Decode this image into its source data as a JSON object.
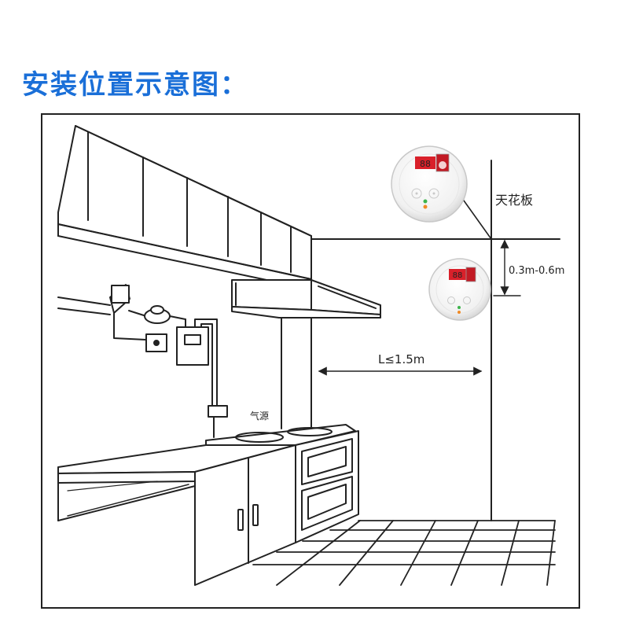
{
  "page": {
    "title": "安装位置示意图："
  },
  "diagram": {
    "ceiling_label": "天花板",
    "vertical_distance_label": "0.3m-0.6m",
    "horizontal_distance_label": "L≤1.5m",
    "gas_source_label": "气源"
  },
  "detectors": [
    {
      "name": "ceiling-detector",
      "display_value": "88"
    },
    {
      "name": "wall-detector",
      "display_value": "88"
    }
  ],
  "colors": {
    "title": "#1a6fd8",
    "line": "#222222",
    "detector_display": "#d9202a",
    "led_green": "#3cb44b",
    "led_orange": "#f08a24"
  }
}
